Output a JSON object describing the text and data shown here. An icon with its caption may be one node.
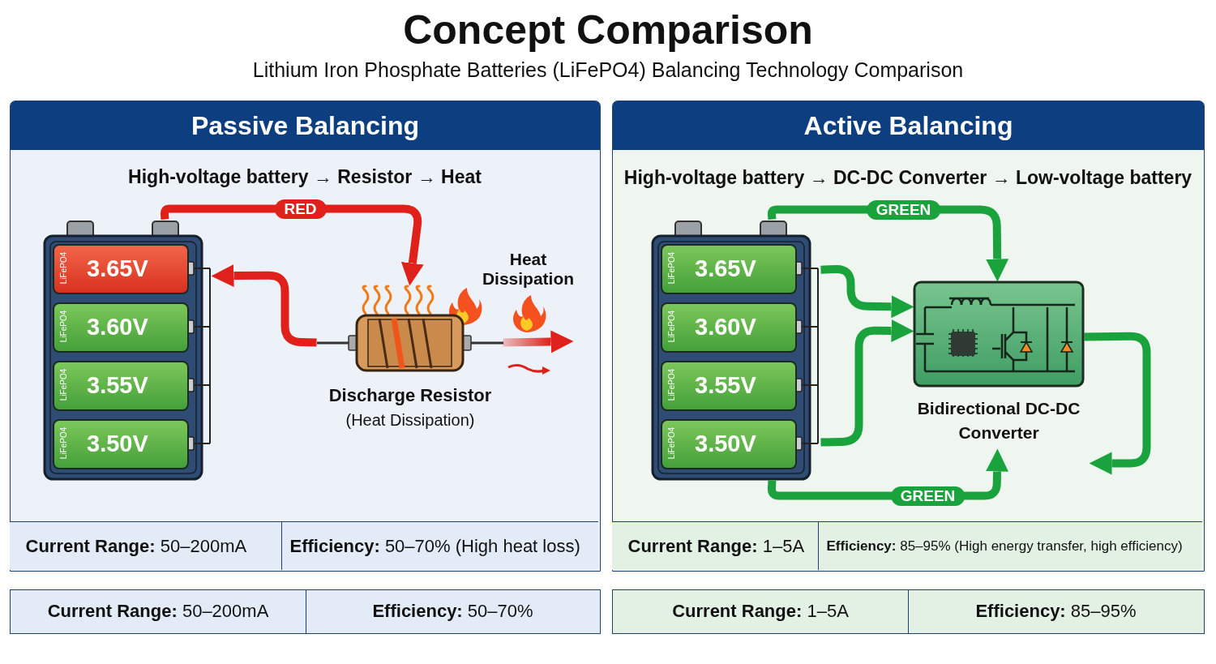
{
  "diagram": {
    "title": "Concept Comparison",
    "nodes": [
      {
        "text": [
          "Passive Balancing"
        ]
      },
      {
        "text": [],
        "shape": "picture",
        "in": 0
      },
      {
        "text": [
          "LiFePO4",
          "3.65V"
        ],
        "in": 1
      },
      {
        "text": [
          "LiFePO4",
          "3.60V"
        ],
        "in": 1
      },
      {
        "text": [
          "LiFePO4",
          "3.55V"
        ],
        "in": 1
      },
      {
        "text": [
          "LiFePO4",
          "3.50V"
        ],
        "in": 1
      },
      {
        "text": [
          "Discharge Resistor",
          "(Heat Dissipation)"
        ],
        "in": 0
      },
      {
        "text": [
          "Active Balancing"
        ]
      },
      {
        "text": [],
        "shape": "picture",
        "in": 7
      },
      {
        "text": [
          "LiFePO4",
          "3.65V"
        ],
        "in": 8
      },
      {
        "text": [
          "LiFePO4",
          "3.60V"
        ],
        "in": 8
      },
      {
        "text": [
          "LiFePO4",
          "3.55V"
        ],
        "in": 8
      },
      {
        "text": [
          "LiFePO4",
          "3.50V"
        ],
        "in": 8
      },
      {
        "text": [
          "Bidirectional DC-DC Converter"
        ],
        "in": 7
      }
    ],
    "edges": [
      {
        "from": 1,
        "to": 6,
        "arrow": "to",
        "label": "RED",
        "color": "#e0201b"
      },
      {
        "from": 6,
        "to": 1,
        "arrow": "to",
        "color": "#e0201b"
      },
      {
        "from": 6,
        "to": null,
        "arrow": "to",
        "color": "#e0201b"
      },
      {
        "from": 8,
        "to": 13,
        "arrow": "to",
        "label": "GREEN",
        "color": "#1aa33c"
      },
      {
        "from": 8,
        "to": 13,
        "arrow": "to",
        "color": "#1aa33c"
      },
      {
        "from": 8,
        "to": 13,
        "arrow": "to",
        "color": "#1aa33c"
      },
      {
        "from": 8,
        "to": 13,
        "arrow": "to",
        "label": "GREEN",
        "color": "#1aa33c"
      },
      {
        "from": 13,
        "to": null,
        "arrow": "to",
        "color": "#1aa33c"
      }
    ],
    "labels": [
      "Lithium Iron Phosphate Batteries (LiFePO4) Balancing Technology Comparison",
      "High-voltage battery → Resistor → Heat",
      "Heat Dissipation",
      "High-voltage battery → DC-DC Converter → Low-voltage battery",
      "**Current Range:** 50–200mA",
      "**Efficiency:** 50–70% (High heat loss)",
      "**Current Range:** 1–5A",
      "**Efficiency:** 85–95% (High energy transfer, high efficiency)",
      "**Current Range:** 50–200mA",
      "**Efficiency:** 50–70%",
      "**Current Range:** 1–5A",
      "**Efficiency:** 85–95%"
    ]
  }
}
